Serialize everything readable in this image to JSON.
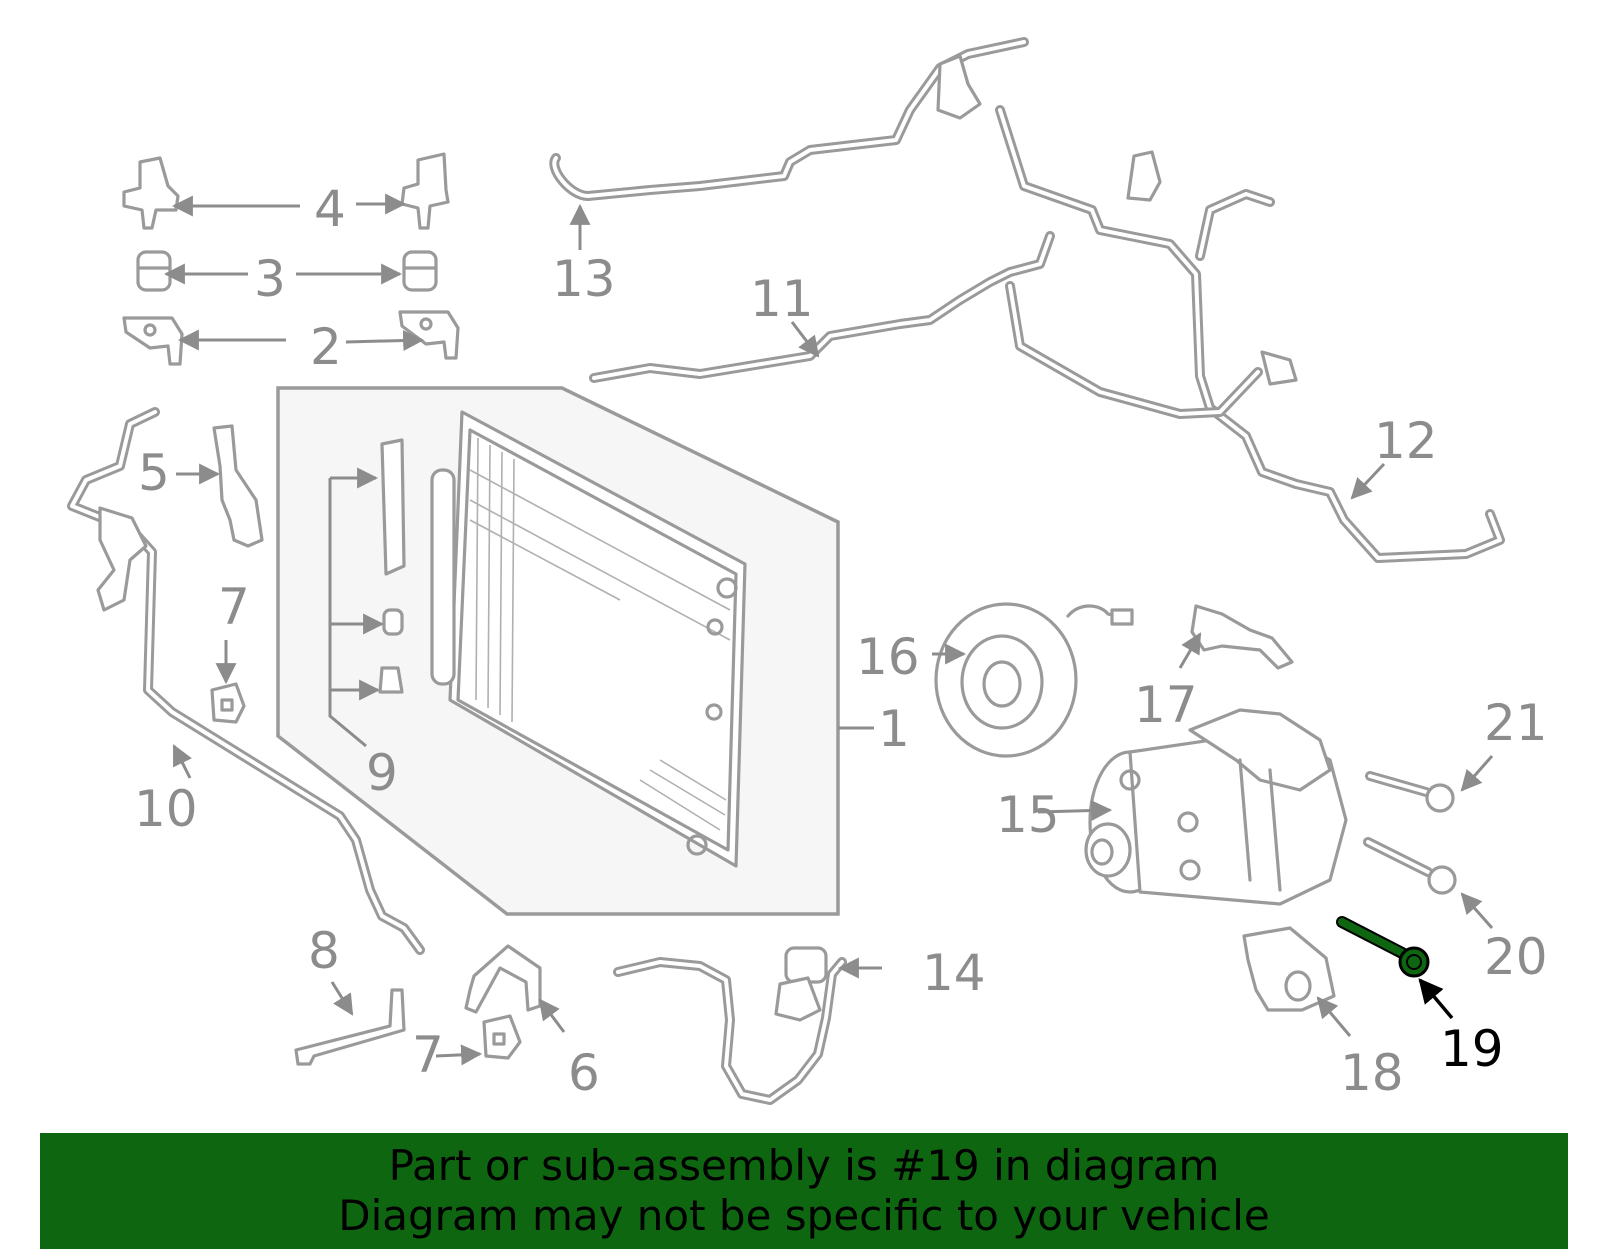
{
  "callouts": {
    "c1": "1",
    "c2": "2",
    "c3": "3",
    "c4": "4",
    "c5": "5",
    "c6": "6",
    "c7a": "7",
    "c7b": "7",
    "c8": "8",
    "c9": "9",
    "c10": "10",
    "c11": "11",
    "c12": "12",
    "c13": "13",
    "c14": "14",
    "c15": "15",
    "c16": "16",
    "c17": "17",
    "c18": "18",
    "c19": "19",
    "c20": "20",
    "c21": "21"
  },
  "highlight": {
    "part": "19",
    "color": "#0f6611"
  },
  "banner": {
    "line1": "Part or sub-assembly is #19 in diagram",
    "line2": "Diagram may not be specific to your vehicle",
    "color": "#0f6611"
  }
}
